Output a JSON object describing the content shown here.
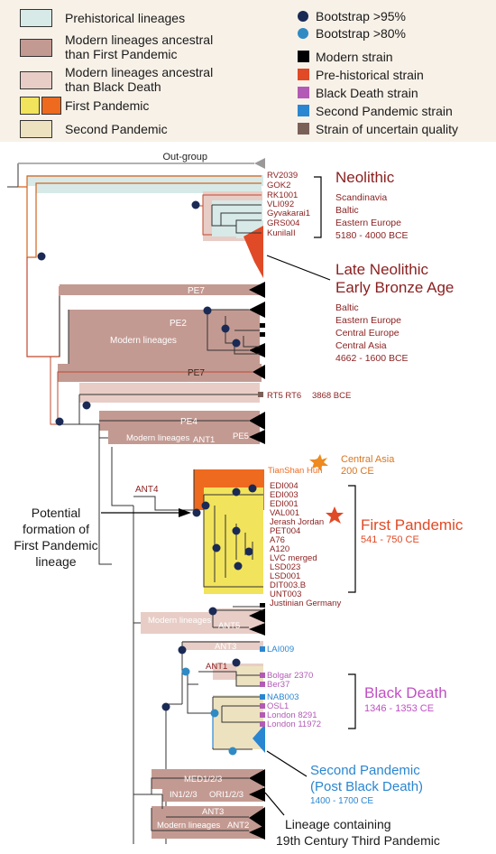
{
  "legend": {
    "clades": [
      {
        "label": "Prehistorical lineages",
        "color": "#d7eae7"
      },
      {
        "label": "Modern lineages ancestral than First Pandemic",
        "lines": [
          "Modern lineages ancestral",
          "than First Pandemic"
        ],
        "color": "#c39a92"
      },
      {
        "label": "Modern lineages ancestral than Black Death",
        "lines": [
          "Modern lineages ancestral",
          "than Black Death"
        ],
        "color": "#e8cdc6"
      },
      {
        "label": "First Pandemic",
        "colors": [
          "#f2e35c",
          "#ee6a1f"
        ]
      },
      {
        "label": "Second Pandemic",
        "color": "#ede2c0"
      }
    ],
    "bootstrap": [
      {
        "label": "Bootstrap >95%",
        "color": "#1a2a55"
      },
      {
        "label": "Bootstrap >80%",
        "color": "#2f8ac4"
      }
    ],
    "strains": [
      {
        "label": "Modern strain",
        "color": "#000000"
      },
      {
        "label": "Pre-historical strain",
        "color": "#e04a26"
      },
      {
        "label": "Black Death strain",
        "color": "#b25ab5"
      },
      {
        "label": "Second Pandemic strain",
        "color": "#2a86d1"
      },
      {
        "label": "Strain of uncertain quality",
        "color": "#7a6158"
      }
    ]
  },
  "tree": {
    "outgroup": "Out-group",
    "neolithic_strains": [
      "RV2039",
      "GOK2",
      "RK1001",
      "VLI092",
      "Gyvakarai1",
      "GRS004",
      "KunilaII"
    ],
    "clade_labels": {
      "pe7_top": "PE7",
      "pe2": "PE2",
      "modern_lineages_1": "Modern lineages",
      "pe7_bottom": "PE7",
      "rt": "RT5 RT6",
      "rt_date": "3868 BCE",
      "pe4": "PE4",
      "modern_lineages_2": "Modern lineages",
      "ant1_top": "ANT1",
      "pe5": "PE5",
      "ant4": "ANT4",
      "modern_lineages_3": "Modern lineages",
      "ant5": "ANT5",
      "ant3_top": "ANT3",
      "ant1_mid": "ANT1",
      "med": "MED1/2/3",
      "in": "IN1/2/3",
      "ori": "ORI1/2/3",
      "ant3_bottom": "ANT3",
      "modern_lineages_4": "Modern lineages",
      "ant2": "ANT2"
    },
    "tianshan": {
      "label": "TianShan Hun",
      "region": "Central Asia",
      "date": "200 CE"
    },
    "first_pandemic_strains": [
      "EDI004",
      "EDI003",
      "EDI001",
      "VAL001",
      "Jerash Jordan",
      "PET004",
      "A76",
      "A120",
      "LVC merged",
      "LSD023",
      "LSD001",
      "DIT003.B",
      "UNT003",
      "Justinian Germany"
    ],
    "black_death_strains": [
      "LAI009",
      "Bolgar 2370",
      "Ber37",
      "NAB003",
      "OSL1",
      "London 8291",
      "London 11972"
    ]
  },
  "annotations": {
    "neolithic": {
      "title": "Neolithic",
      "regions": [
        "Scandinavia",
        "Baltic",
        "Eastern Europe"
      ],
      "date": "5180 - 4000 BCE"
    },
    "late_neolithic": {
      "title_lines": [
        "Late Neolithic",
        "Early Bronze Age"
      ],
      "regions": [
        "Baltic",
        "Eastern Europe",
        "Central Europe",
        "Central Asia"
      ],
      "date": "4662 - 1600 BCE"
    },
    "potential": {
      "lines": [
        "Potential",
        "formation of",
        "First Pandemic",
        "lineage"
      ]
    },
    "first_pandemic": {
      "title": "First Pandemic",
      "date": "541 - 750 CE"
    },
    "black_death": {
      "title": "Black Death",
      "date": "1346 - 1353 CE"
    },
    "second_pandemic": {
      "title_lines": [
        "Second Pandemic",
        "(Post Black Death)"
      ],
      "date": "1400 - 1700 CE"
    },
    "third_pandemic": {
      "lines": [
        "Lineage containing",
        "19th Century Third Pandemic"
      ]
    }
  }
}
